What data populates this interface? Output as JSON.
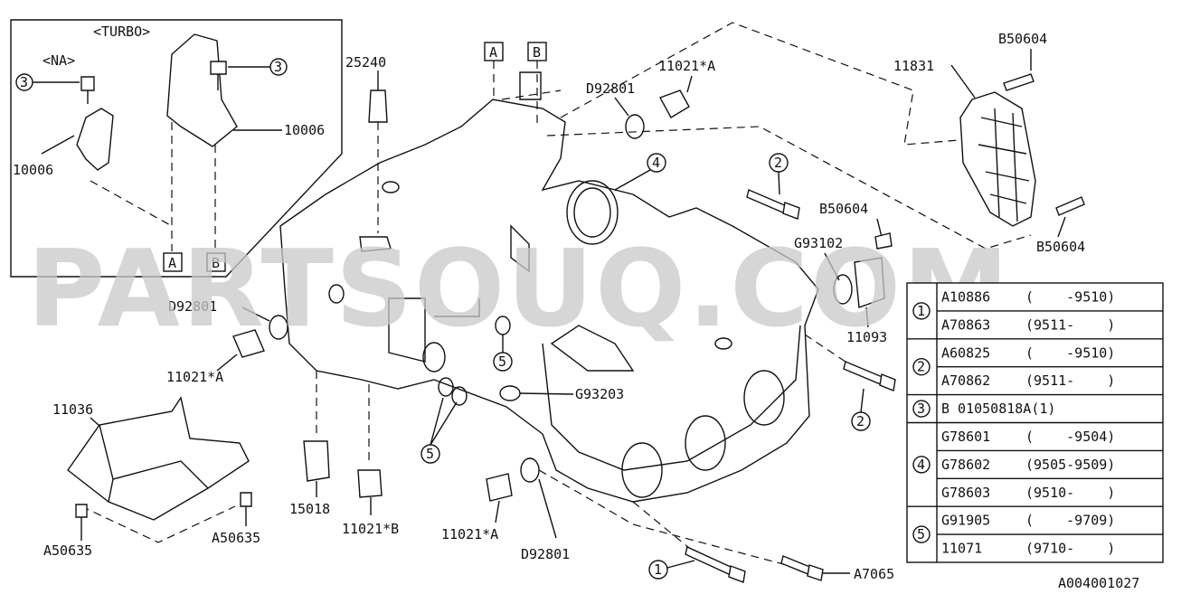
{
  "diagram": {
    "inset": {
      "turbo_label": "<TURBO>",
      "na_label": "<NA>",
      "part_10006_na": "10006",
      "part_10006_turbo": "10006",
      "circle_3_a": "3",
      "circle_3_b": "3",
      "ref_a": "A",
      "ref_b": "B"
    },
    "refs": {
      "a": "A",
      "b": "B"
    },
    "labels": {
      "p25240": "25240",
      "p11021a_top": "11021*A",
      "pD92801_top": "D92801",
      "p11831": "11831",
      "pB50604_top": "B50604",
      "pB50604_mid": "B50604",
      "pB50604_right": "B50604",
      "pG93102": "G93102",
      "p11093": "11093",
      "pD92801_left": "D92801",
      "p11021a_left": "11021*A",
      "pG93203": "G93203",
      "p11036": "11036",
      "pA50635_left": "A50635",
      "pA50635_right": "A50635",
      "p15018": "15018",
      "p11021b": "11021*B",
      "p11021a_bottom": "11021*A",
      "pD92801_bottom": "D92801",
      "pA7065": "A7065",
      "diagram_id": "A004001027"
    },
    "circles": {
      "c4": "4",
      "c2_top": "2",
      "c2_right": "2",
      "c5_mid": "5",
      "c5_low": "5",
      "c1_bottom": "1"
    },
    "watermark": "PARTSOUQ.COM"
  },
  "table": {
    "rows": [
      {
        "group": "1",
        "items": [
          {
            "part": "A10886",
            "range": "(    -9510)"
          },
          {
            "part": "A70863",
            "range": "(9511-    )"
          }
        ]
      },
      {
        "group": "2",
        "items": [
          {
            "part": "A60825",
            "range": "(    -9510)"
          },
          {
            "part": "A70862",
            "range": "(9511-    )"
          }
        ]
      },
      {
        "group": "3",
        "items": [
          {
            "part": "B 01050818A(1)",
            "range": ""
          }
        ]
      },
      {
        "group": "4",
        "items": [
          {
            "part": "G78601",
            "range": "(    -9504)"
          },
          {
            "part": "G78602",
            "range": "(9505-9509)"
          },
          {
            "part": "G78603",
            "range": "(9510-    )"
          }
        ]
      },
      {
        "group": "5",
        "items": [
          {
            "part": "G91905",
            "range": "(    -9709)"
          },
          {
            "part": "11071",
            "range": "(9710-    )"
          }
        ]
      }
    ]
  }
}
